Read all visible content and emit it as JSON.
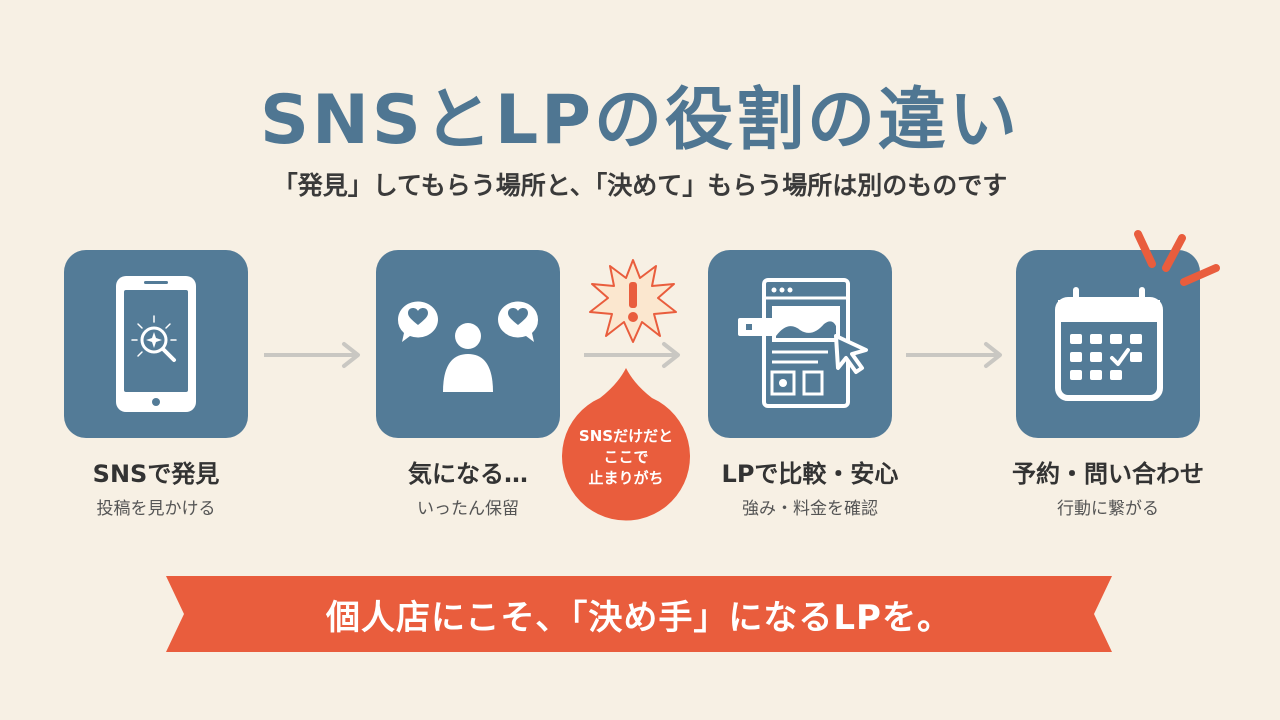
{
  "title": "SNSとLPの役割の違い",
  "subtitle": "「発見」してもらう場所と、「決めて」もらう場所は別のものです",
  "steps": [
    {
      "label": "SNSで発見",
      "sub": "投稿を見かける",
      "icon": "smartphone-search-icon"
    },
    {
      "label": "気になる…",
      "sub": "いったん保留",
      "icon": "person-hearts-icon"
    },
    {
      "label": "LPで比較・安心",
      "sub": "強み・料金を確認",
      "icon": "landing-page-cursor-icon"
    },
    {
      "label": "予約・問い合わせ",
      "sub": "行動に繋がる",
      "icon": "calendar-check-icon"
    }
  ],
  "warning_bubble": {
    "line1": "SNSだけだと",
    "line2": "ここで",
    "line3": "止まりがち"
  },
  "banner": "個人店にこそ、「決め手」になるLPを。",
  "colors": {
    "tile": "#537b97",
    "accent": "#e95d3d",
    "background": "#f7f0e4",
    "title": "#4f7692"
  }
}
